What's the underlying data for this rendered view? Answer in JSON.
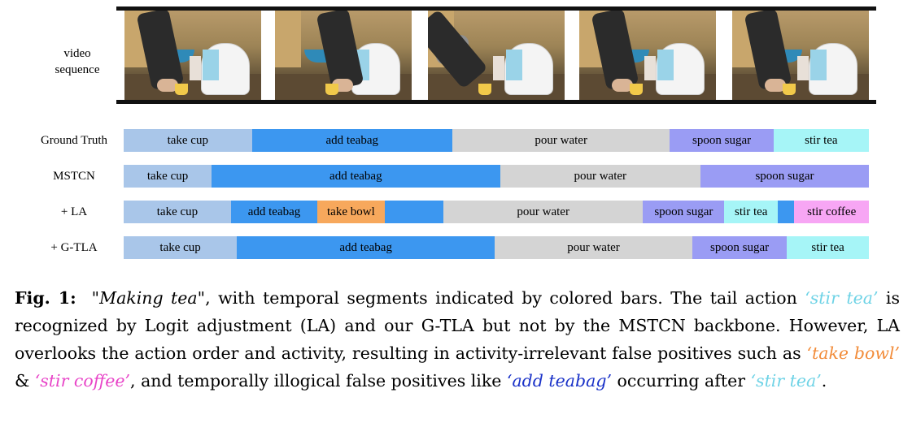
{
  "video": {
    "label_line1": "video",
    "label_line2": "sequence"
  },
  "colors": {
    "take_cup": "#a9c6e9",
    "add_teabag": "#3c97f0",
    "pour_water": "#d4d4d4",
    "spoon_sugar": "#9a9cf4",
    "stir_tea": "#a6f5f7",
    "take_bowl": "#f7a85c",
    "stir_coffee": "#f7a6f4"
  },
  "rows": [
    {
      "label": "Ground Truth",
      "segments": [
        {
          "label": "take cup",
          "color": "take_cup",
          "start": 0,
          "end": 17.2
        },
        {
          "label": "add teabag",
          "color": "add_teabag",
          "start": 17.2,
          "end": 44.1
        },
        {
          "label": "pour water",
          "color": "pour_water",
          "start": 44.1,
          "end": 73.3
        },
        {
          "label": "spoon sugar",
          "color": "spoon_sugar",
          "start": 73.3,
          "end": 87.2
        },
        {
          "label": "stir tea",
          "color": "stir_tea",
          "start": 87.2,
          "end": 100
        }
      ]
    },
    {
      "label": "MSTCN",
      "segments": [
        {
          "label": "take cup",
          "color": "take_cup",
          "start": 0,
          "end": 11.8
        },
        {
          "label": "add teabag",
          "color": "add_teabag",
          "start": 11.8,
          "end": 50.5
        },
        {
          "label": "pour water",
          "color": "pour_water",
          "start": 50.5,
          "end": 77.4
        },
        {
          "label": "spoon sugar",
          "color": "spoon_sugar",
          "start": 77.4,
          "end": 100
        }
      ]
    },
    {
      "label": "+ LA",
      "segments": [
        {
          "label": "take cup",
          "color": "take_cup",
          "start": 0,
          "end": 14.4
        },
        {
          "label": "add teabag",
          "color": "add_teabag",
          "start": 14.4,
          "end": 26.0
        },
        {
          "label": "take bowl",
          "color": "take_bowl",
          "start": 26.0,
          "end": 35.0
        },
        {
          "label": "",
          "color": "add_teabag",
          "start": 35.0,
          "end": 42.9
        },
        {
          "label": "pour water",
          "color": "pour_water",
          "start": 42.9,
          "end": 69.7
        },
        {
          "label": "spoon sugar",
          "color": "spoon_sugar",
          "start": 69.7,
          "end": 80.6
        },
        {
          "label": "stir tea",
          "color": "stir_tea",
          "start": 80.6,
          "end": 87.8
        },
        {
          "label": "",
          "color": "add_teabag",
          "start": 87.8,
          "end": 90.0
        },
        {
          "label": "stir coffee",
          "color": "stir_coffee",
          "start": 90.0,
          "end": 100
        }
      ]
    },
    {
      "label": "+ G-TLA",
      "segments": [
        {
          "label": "take cup",
          "color": "take_cup",
          "start": 0,
          "end": 15.2
        },
        {
          "label": "add teabag",
          "color": "add_teabag",
          "start": 15.2,
          "end": 49.8
        },
        {
          "label": "pour water",
          "color": "pour_water",
          "start": 49.8,
          "end": 76.3
        },
        {
          "label": "spoon sugar",
          "color": "spoon_sugar",
          "start": 76.3,
          "end": 89.0
        },
        {
          "label": "stir tea",
          "color": "stir_tea",
          "start": 89.0,
          "end": 100
        }
      ]
    }
  ],
  "caption": {
    "fig": "Fig. 1:",
    "title": "\"Making tea\"",
    "t1": ", with temporal segments indicated by colored bars. The tail action ",
    "stir_tea_1": "‘stir tea’",
    "t2": " is recognized by Logit adjustment (LA) and our G-TLA but not by the MSTCN backbone. However, LA overlooks the action order and activity, resulting in activity-irrelevant false positives such as ",
    "take_bowl": "‘take bowl’",
    "t3": " & ",
    "stir_coffee": "‘stir coffee’",
    "t4": ", and temporally illogical false positives like ",
    "add_teabag": "‘add teabag’",
    "t5": " occurring after ",
    "stir_tea_2": "‘stir tea’",
    "t6": "."
  }
}
